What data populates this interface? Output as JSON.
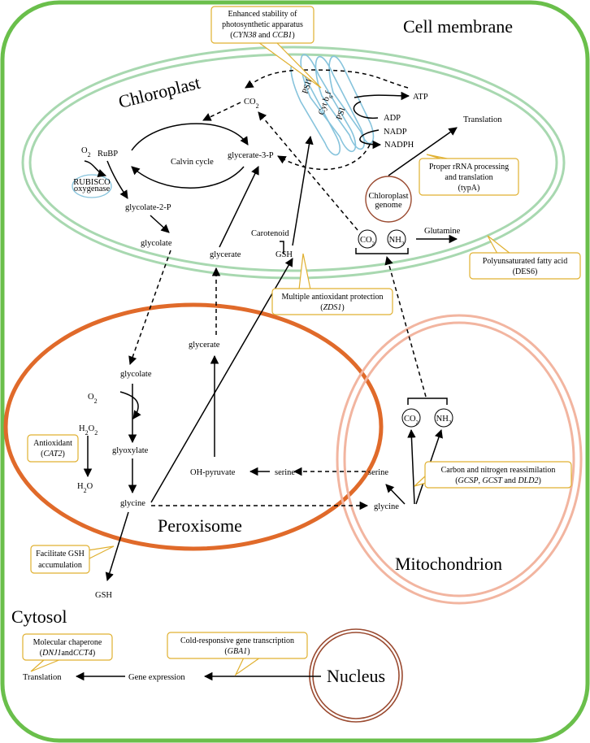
{
  "colors": {
    "membrane": "#6abf4b",
    "chloroplast": "#a8d8b0",
    "peroxisome": "#e06a2a",
    "mitochondrion": "#f2b5a0",
    "nucleus": "#9a4a30",
    "annotation_border": "#e0b030",
    "thylakoid": "#86c3dc"
  },
  "compartments": {
    "cell_membrane": "Cell membrane",
    "chloroplast": "Chloroplast",
    "peroxisome": "Peroxisome",
    "mitochondrion": "Mitochondrion",
    "cytosol": "Cytosol",
    "nucleus": "Nucleus"
  },
  "chloroplast": {
    "co2": "CO",
    "co2_sub": "2",
    "atp": "ATP",
    "adp": "ADP",
    "nadp": "NADP",
    "nadph": "NADPH",
    "psii": "PSII",
    "cyt": "Cyt b",
    "cyt_sub": "6",
    "cyt_f": "f",
    "psi": "PSI",
    "translation": "Translation",
    "o2": "O",
    "o2_sub": "2",
    "rubp": "RuBP",
    "calvin": "Calvin cycle",
    "glycerate3p": "glycerate-3-P",
    "rubisco_line1": "RUBISCO",
    "rubisco_line2": "oxygenase",
    "glycolate2p": "glycolate-2-P",
    "glycolate": "glycolate",
    "glycerate": "glycerate",
    "carotenoid": "Carotenoid",
    "gsh": "GSH",
    "genome_line1": "Chloroplast",
    "genome_line2": "genome",
    "co2_circle": "CO",
    "nh3_circle": "NH",
    "nh3_sub": "3",
    "glutamine": "Glutamine"
  },
  "peroxisome": {
    "glycerate": "glycerate",
    "glycolate": "glycolate",
    "o2": "O",
    "o2_sub": "2",
    "h2o2_a": "H",
    "h2o2_sub1": "2",
    "h2o2_b": "O",
    "h2o2_sub2": "2",
    "glyoxylate": "glyoxylate",
    "h2o_a": "H",
    "h2o_sub": "2",
    "h2o_b": "O",
    "oh_pyruvate": "OH-pyruvate",
    "serine": "serine",
    "glycine": "glycine"
  },
  "mitochondrion": {
    "co2": "CO",
    "co2_sub": "2",
    "nh3": "NH",
    "nh3_sub": "3",
    "serine": "serine",
    "glycine": "glycine"
  },
  "cytosol": {
    "gsh": "GSH",
    "translation": "Translation",
    "gene_expression": "Gene expression"
  },
  "annotations": {
    "photosynthetic": {
      "line1": "Enhanced stability of",
      "line2": "photosynthetic apparatus",
      "gene1": "CYN38",
      "and": " and ",
      "gene2": "CCB1",
      "open": "(",
      "close": ")"
    },
    "rrna": {
      "line1": "Proper rRNA processing",
      "line2": "and translation",
      "line3": "(typA)"
    },
    "fatty_acid": {
      "line1": "Polyunsaturated fatty acid",
      "line2": "(DES6)"
    },
    "antioxidant_multi": {
      "line1": "Multiple antioxidant protection",
      "gene": "ZDS1",
      "open": "(",
      "close": ")"
    },
    "antioxidant_cat": {
      "line1": "Antioxidant",
      "gene": "CAT2",
      "open": "(",
      "close": ")"
    },
    "carbon_nitrogen": {
      "line1": "Carbon and nitrogen reassimilation",
      "open": "(",
      "gene1": "GCSP",
      "sep1": ", ",
      "gene2": "GCST",
      "and": " and ",
      "gene3": "DLD2",
      "close": ")"
    },
    "gsh_accum": {
      "line1": "Facilitate GSH",
      "line2": "accumulation"
    },
    "chaperone": {
      "line1": "Molecular chaperone",
      "open": "(",
      "gene1": "DNJ1",
      "and": "and",
      "gene2": "CCT4",
      "close": ")"
    },
    "cold": {
      "line1": "Cold-responsive gene transcription",
      "open": "(",
      "gene": "GBA1",
      "close": ")"
    }
  }
}
